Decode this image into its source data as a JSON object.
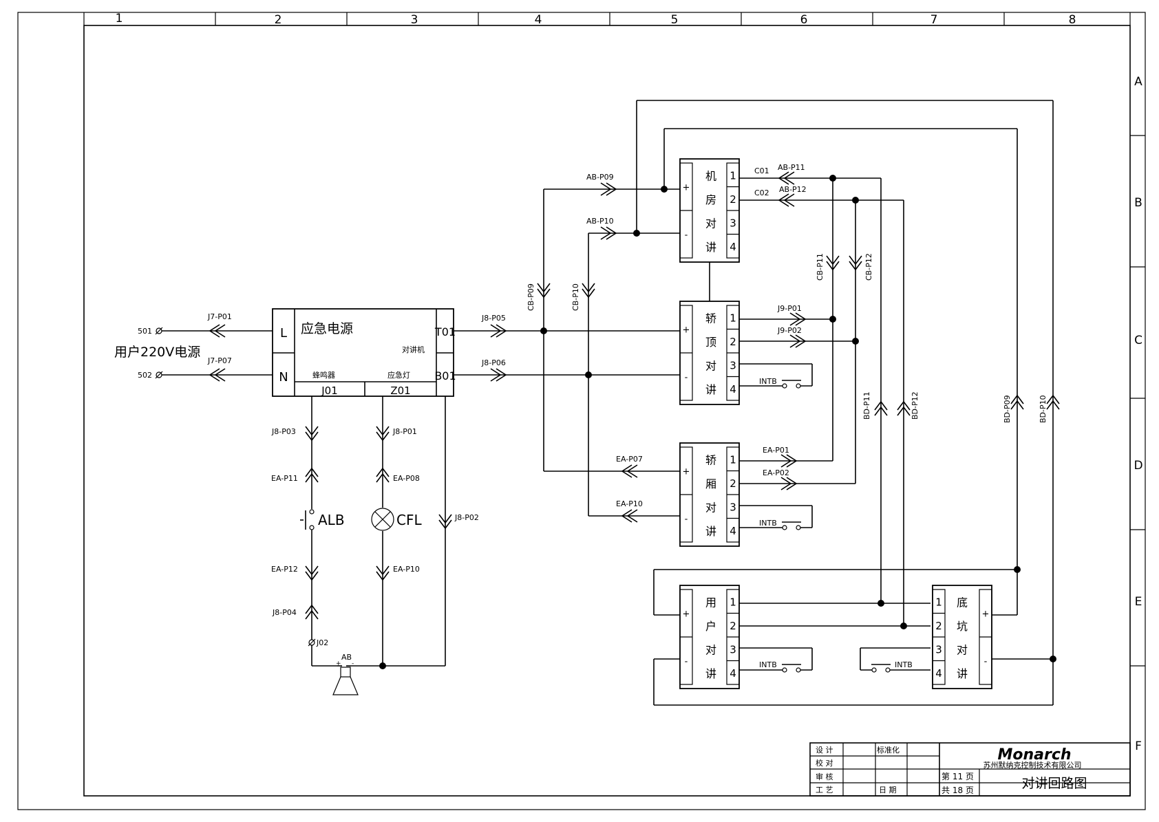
{
  "frame": {
    "columns": [
      "1",
      "2",
      "3",
      "4",
      "5",
      "6",
      "7",
      "8"
    ],
    "rows": [
      "A",
      "B",
      "C",
      "D",
      "E",
      "F"
    ]
  },
  "power_source": {
    "title": "用户220V电源",
    "terminals": [
      "501",
      "502"
    ],
    "connectors": [
      "J7-P01",
      "J7-P07"
    ]
  },
  "emergency_unit": {
    "title": "应急电源",
    "intercom_label": "对讲机",
    "buzzer_label": "蜂鸣器",
    "light_label": "应急灯",
    "port_L": "L",
    "port_N": "N",
    "port_T01": "T01",
    "port_B01": "B01",
    "port_J01": "J01",
    "port_Z01": "Z01"
  },
  "lower_circuit": {
    "conn_j8p03": "J8-P03",
    "conn_eap11": "EA-P11",
    "alb": "ALB",
    "conn_eap12": "EA-P12",
    "conn_j8p04": "J8-P04",
    "j02": "J02",
    "conn_j8p01": "J8-P01",
    "conn_eap08": "EA-P08",
    "cfl": "CFL",
    "conn_eap10": "EA-P10",
    "conn_j8p02": "J8-P02",
    "ab": "AB"
  },
  "bus": {
    "j8p05": "J8-P05",
    "j8p06": "J8-P06",
    "cbp09": "CB-P09",
    "cbp10": "CB-P10",
    "abp09": "AB-P09",
    "abp10": "AB-P10",
    "eap07": "EA-P07",
    "eap10": "EA-P10",
    "c01": "C01",
    "c02": "C02",
    "abp11": "AB-P11",
    "abp12": "AB-P12",
    "cbp11": "CB-P11",
    "cbp12": "CB-P12",
    "j9p01": "J9-P01",
    "j9p02": "J9-P02",
    "eap01": "EA-P01",
    "eap02": "EA-P02",
    "bdp11": "BD-P11",
    "bdp12": "BD-P12",
    "bdp09": "BD-P09",
    "bdp10": "BD-P10",
    "intb": "INTB"
  },
  "intercom_units": [
    {
      "label": [
        "机",
        "房",
        "对",
        "讲"
      ]
    },
    {
      "label": [
        "轿",
        "顶",
        "对",
        "讲"
      ]
    },
    {
      "label": [
        "轿",
        "厢",
        "对",
        "讲"
      ]
    },
    {
      "label": [
        "用",
        "户",
        "对",
        "讲"
      ]
    },
    {
      "label": [
        "底",
        "坑",
        "对",
        "讲"
      ]
    }
  ],
  "unit_pins": [
    "1",
    "2",
    "3",
    "4"
  ],
  "polarity": {
    "plus": "+",
    "minus": "-"
  },
  "title_block": {
    "design": "设 计",
    "check": "校 对",
    "review": "审 核",
    "process": "工 艺",
    "standard": "标准化",
    "date": "日 期",
    "logo": "Monarch",
    "company": "苏州默纳克控制技术有限公司",
    "page_no": "第 11 页",
    "page_total": "共 18 页",
    "drawing_title": "对讲回路图"
  }
}
